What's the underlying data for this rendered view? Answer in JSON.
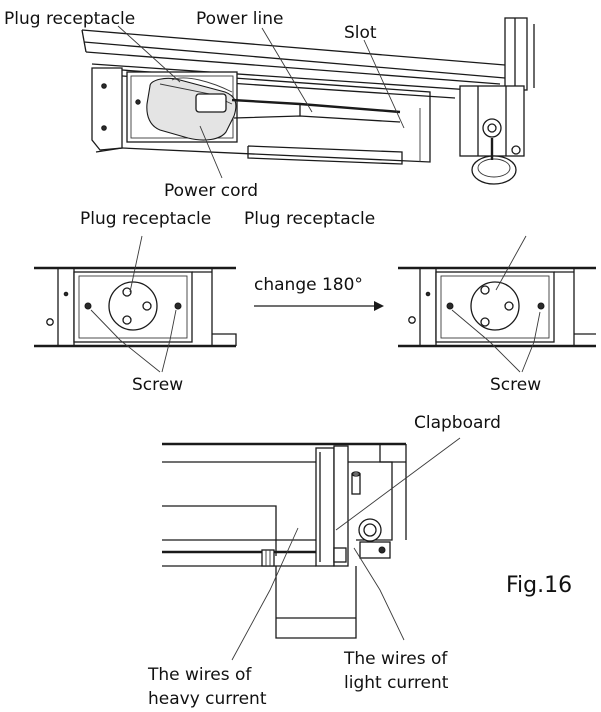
{
  "top_view": {
    "plug_receptacle_label": "Plug receptacle",
    "power_line_label": "Power line",
    "slot_label": "Slot",
    "power_cord_label": "Power cord"
  },
  "middle_view": {
    "plug_receptacle_left_label": "Plug receptacle",
    "plug_receptacle_right_label": "Plug receptacle",
    "rotation_label": "change 180°",
    "screw_left_label": "Screw",
    "screw_right_label": "Screw"
  },
  "bottom_view": {
    "clapboard_label": "Clapboard",
    "heavy_current_label_line1": "The wires of",
    "heavy_current_label_line2": "heavy current",
    "light_current_label_line1": "The wires of",
    "light_current_label_line2": "light current",
    "figure_label": "Fig.16"
  }
}
